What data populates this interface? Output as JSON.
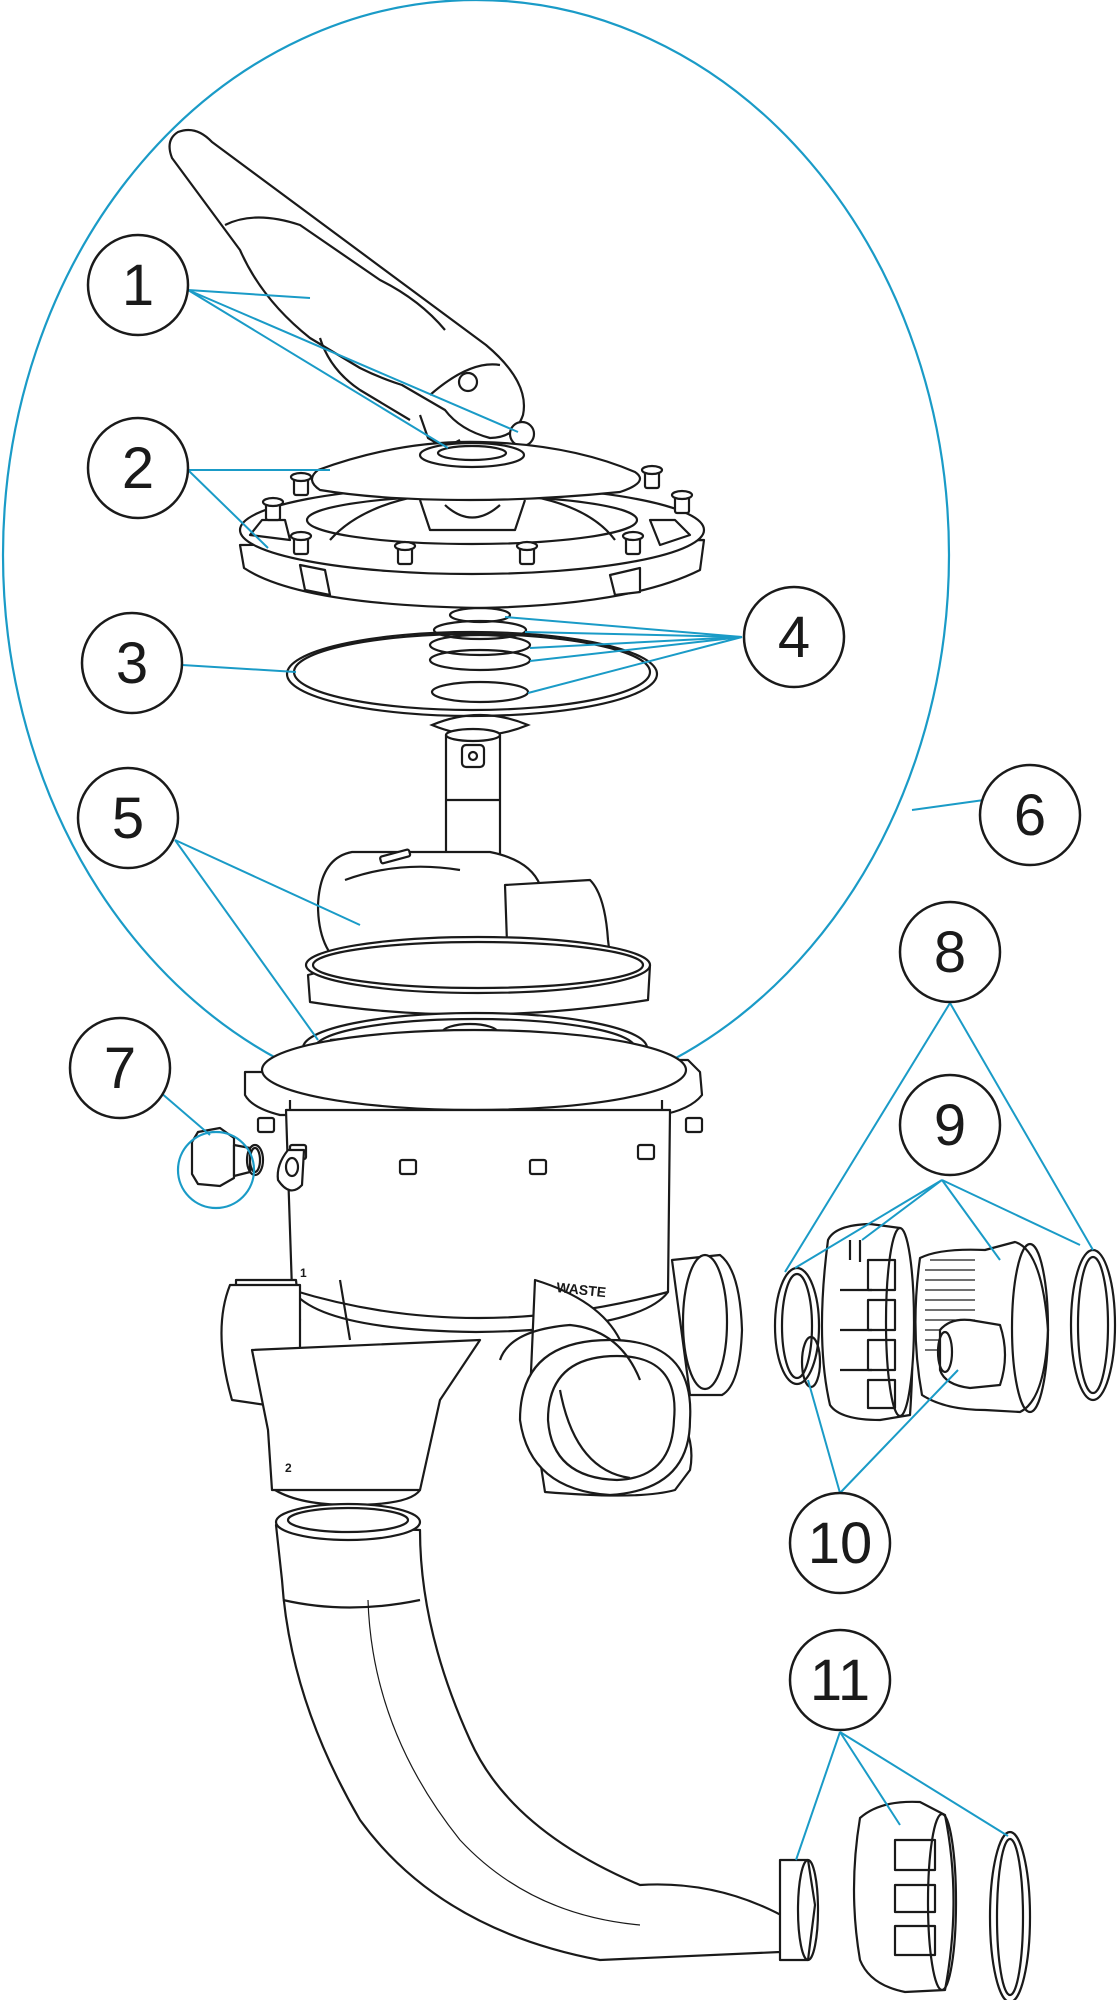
{
  "diagram": {
    "callouts": [
      {
        "id": "c1",
        "label": "1"
      },
      {
        "id": "c2",
        "label": "2"
      },
      {
        "id": "c3",
        "label": "3"
      },
      {
        "id": "c4",
        "label": "4"
      },
      {
        "id": "c5",
        "label": "5"
      },
      {
        "id": "c6",
        "label": "6"
      },
      {
        "id": "c7",
        "label": "7"
      },
      {
        "id": "c8",
        "label": "8"
      },
      {
        "id": "c9",
        "label": "9"
      },
      {
        "id": "c10",
        "label": "10"
      },
      {
        "id": "c11",
        "label": "11"
      }
    ],
    "body_labels": {
      "waste": "WASTE",
      "port_1": "1",
      "port_2": "2"
    },
    "colors": {
      "leader": "#1a9bc7",
      "outline": "#1a1a1a",
      "fill": "#ffffff"
    }
  }
}
